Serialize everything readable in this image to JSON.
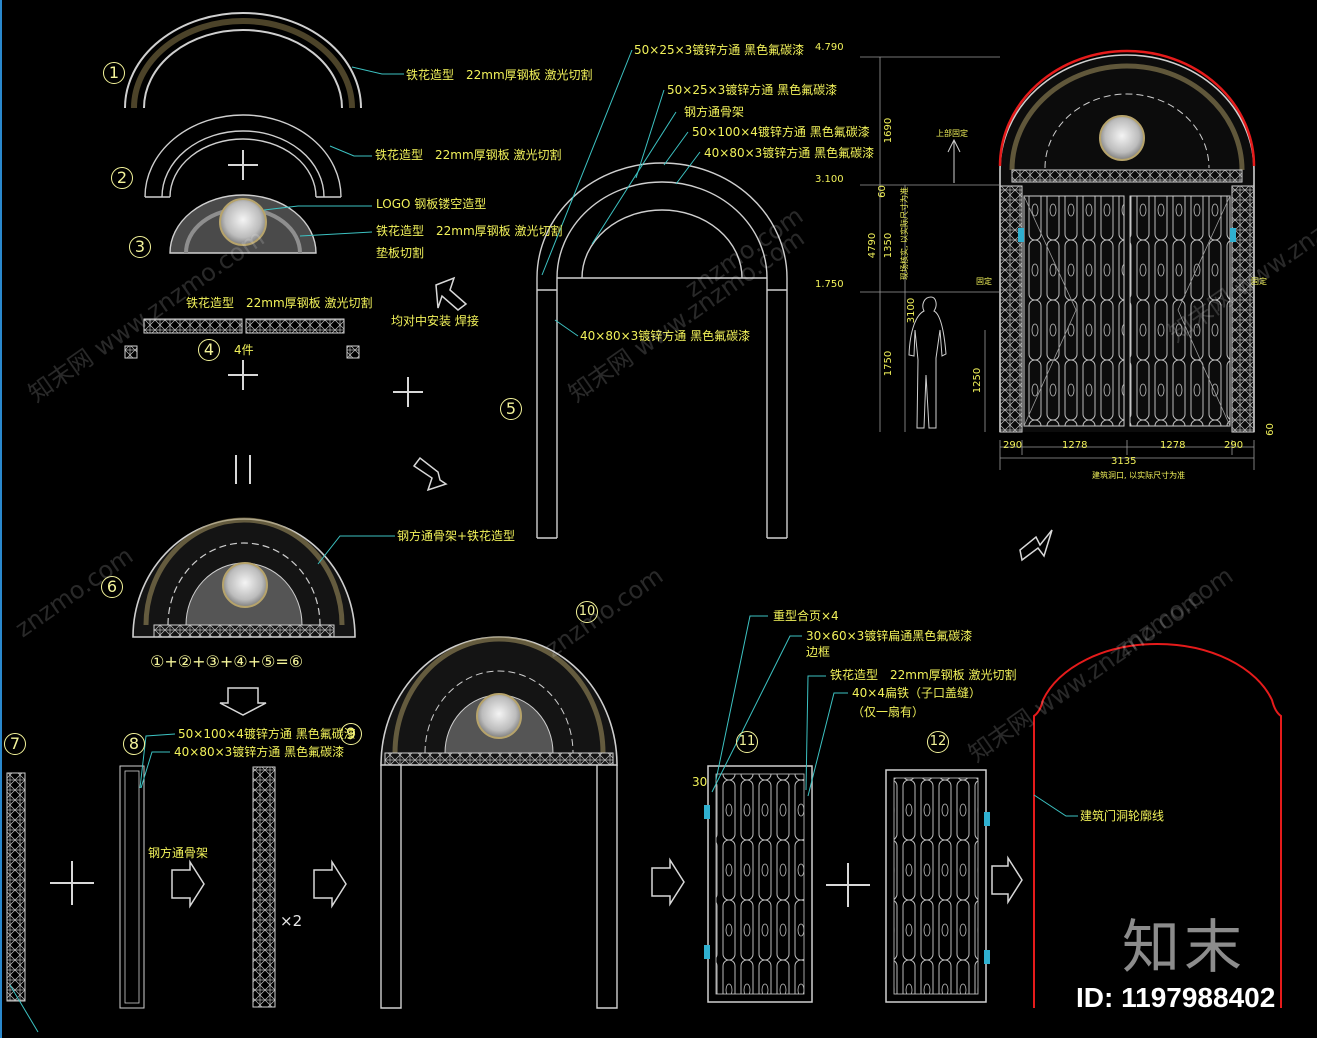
{
  "callouts": {
    "c1": "铁花造型　22mm厚钢板 激光切割",
    "c2": "铁花造型　22mm厚钢板 激光切割",
    "c_logo": "LOGO 钢板镂空造型",
    "c3a": "铁花造型　22mm厚钢板 激光切割",
    "c3b": "垫板切割",
    "c4": "铁花造型　22mm厚钢板 激光切割",
    "c4_count": "4件",
    "center_install": "均对中安装 焊接",
    "c5a": "50×25×3镀锌方通 黑色氟碳漆",
    "c5b": "50×25×3镀锌方通 黑色氟碳漆",
    "c5c": "钢方通骨架",
    "c5d": "50×100×4镀锌方通 黑色氟碳漆",
    "c5e": "40×80×3镀锌方通 黑色氟碳漆",
    "c5f": "40×80×3镀锌方通 黑色氟碳漆",
    "c6": "钢方通骨架+铁花造型",
    "c8a": "50×100×4镀锌方通 黑色氟碳漆",
    "c8b": "40×80×3镀锌方通 黑色氟碳漆",
    "c_frame": "钢方通骨架",
    "times2": "×2",
    "c11a": "重型合页×4",
    "c11b": "30×60×3镀锌扁通黑色氟碳漆",
    "c11c": "边框",
    "c11d": "铁花造型　22mm厚钢板 激光切割",
    "c11e": "40×4扁铁（子口盖缝）",
    "c11f": "（仅一扇有）",
    "c11g": "30",
    "opening": "建筑门洞轮廓线",
    "eqn": "①+②+③+④+⑤=⑥"
  },
  "numbers": [
    "1",
    "2",
    "3",
    "4",
    "5",
    "6",
    "7",
    "8",
    "9",
    "10",
    "11",
    "12"
  ],
  "elevation": {
    "lvl1": "4.790",
    "lvl2": "3.100",
    "lvl3": "1.750",
    "v1": "1690",
    "v2": "60",
    "v3": "1350",
    "v4": "4790",
    "v5": "3100",
    "v6": "1750",
    "v7": "1250",
    "v8": "60",
    "w1": "290",
    "w2": "1278",
    "w3": "1278",
    "w4": "290",
    "wt": "3135",
    "up": "上部固定",
    "fixL": "固定",
    "fixR": "固定",
    "note": "现场核实, 以实际尺寸为准",
    "note2": "建筑洞口, 以实际尺寸为准"
  },
  "watermarks": [
    "知末网 www.znzmo.com",
    "知末网 www.znzmo.com",
    "知末网 www.znzmo.com",
    "znzmo.com",
    "znzmo.com",
    "znzmo.com",
    "znzmo.com",
    "知末网 www.znzmo.com"
  ],
  "brand": "知末",
  "id_label": "ID: 1197988402",
  "colors": {
    "line": "#c9c9c9",
    "label": "#f2f25a",
    "leader": "#3cc2c2",
    "red": "#e51b1b",
    "bg": "#000000"
  }
}
